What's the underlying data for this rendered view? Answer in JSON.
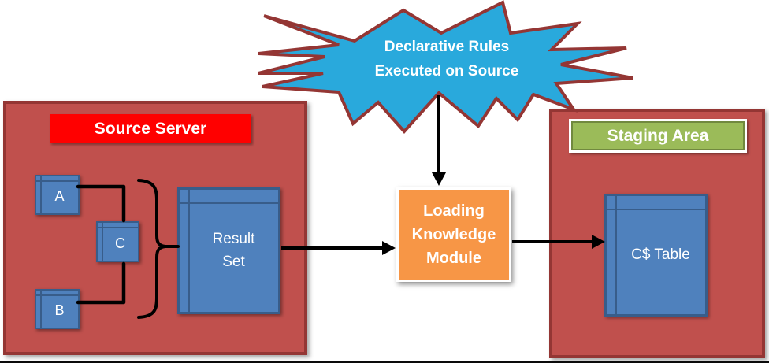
{
  "starburst": {
    "line1": "Declarative Rules",
    "line2": "Executed on Source",
    "fill": "#29A9DC",
    "border_color": "#943634"
  },
  "source_server": {
    "label": "Source Server",
    "label_bg": "#FF0000",
    "box_fill": "#C0504D",
    "box_border": "#943634",
    "tables": [
      {
        "label": "A"
      },
      {
        "label": "C"
      },
      {
        "label": "B"
      }
    ],
    "result_table": {
      "label": "Result Set"
    }
  },
  "module": {
    "label": "Loading Knowledge Module",
    "fill": "#F79646"
  },
  "staging_area": {
    "label": "Staging Area",
    "label_bg": "#9BBB59",
    "box_fill": "#C0504D",
    "box_border": "#943634",
    "table": {
      "label": "C$ Table"
    }
  },
  "table_style": {
    "fill": "#4F81BD",
    "border": "#385D8A"
  },
  "connector_color": "#000000"
}
